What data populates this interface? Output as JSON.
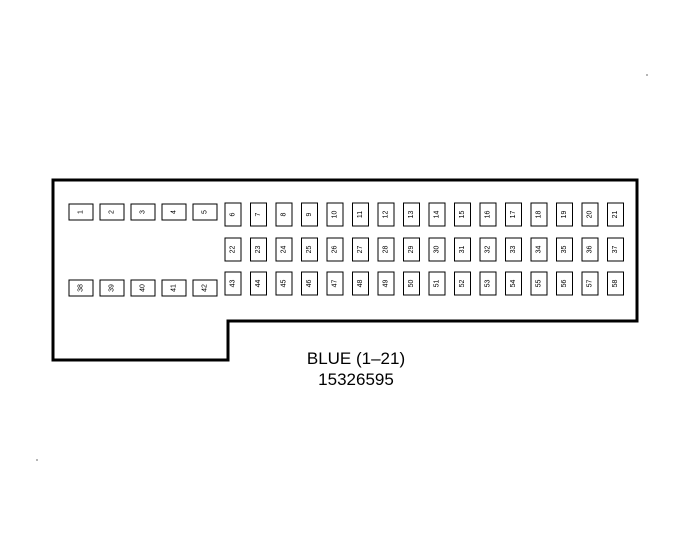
{
  "connector": {
    "color_label": "BLUE (1–21)",
    "part_number": "15326595",
    "outline_color": "#000000",
    "pins_row1": [
      "1",
      "2",
      "3",
      "4",
      "5",
      "6",
      "7",
      "8",
      "9",
      "10",
      "11",
      "12",
      "13",
      "14",
      "15",
      "16",
      "17",
      "18",
      "19",
      "20",
      "21"
    ],
    "pins_row2": [
      "22",
      "23",
      "24",
      "25",
      "26",
      "27",
      "28",
      "29",
      "30",
      "31",
      "32",
      "33",
      "34",
      "35",
      "36",
      "37"
    ],
    "pins_row3": [
      "38",
      "39",
      "40",
      "41",
      "42",
      "43",
      "44",
      "45",
      "46",
      "47",
      "48",
      "49",
      "50",
      "51",
      "52",
      "53",
      "54",
      "55",
      "56",
      "57",
      "58"
    ]
  }
}
